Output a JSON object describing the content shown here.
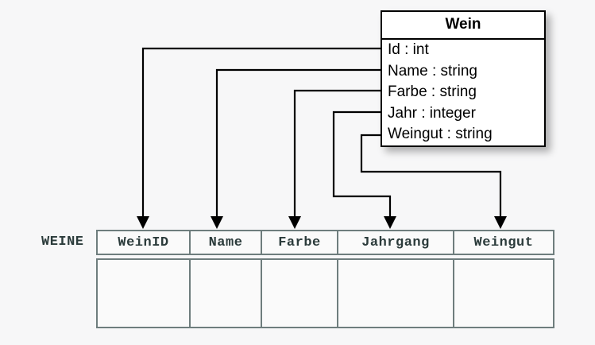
{
  "diagram": {
    "title_semantic": "uml-to-relational-mapping",
    "background_color": "#f7f7f8",
    "line_color": "#000000",
    "table_border_color": "#6e7d7d",
    "table_text_color": "#2b3b3b"
  },
  "uml_class": {
    "name": "Wein",
    "attributes": [
      {
        "label": "Id : int"
      },
      {
        "label": "Name : string"
      },
      {
        "label": "Farbe : string"
      },
      {
        "label": "Jahr : integer"
      },
      {
        "label": "Weingut : string"
      }
    ]
  },
  "relational_table": {
    "table_name": "WEINE",
    "columns": [
      {
        "header": "WeinID",
        "width": 117
      },
      {
        "header": "Name",
        "width": 90
      },
      {
        "header": "Farbe",
        "width": 96
      },
      {
        "header": "Jahrgang",
        "width": 146
      },
      {
        "header": "Weingut",
        "width": 124
      }
    ],
    "rows": [
      {
        "cells": [
          "",
          "",
          "",
          "",
          ""
        ]
      }
    ]
  },
  "mappings": [
    {
      "from": "Id : int",
      "to": "WeinID"
    },
    {
      "from": "Name : string",
      "to": "Name"
    },
    {
      "from": "Farbe : string",
      "to": "Farbe"
    },
    {
      "from": "Jahr : integer",
      "to": "Jahrgang"
    },
    {
      "from": "Weingut : string",
      "to": "Weingut"
    }
  ]
}
